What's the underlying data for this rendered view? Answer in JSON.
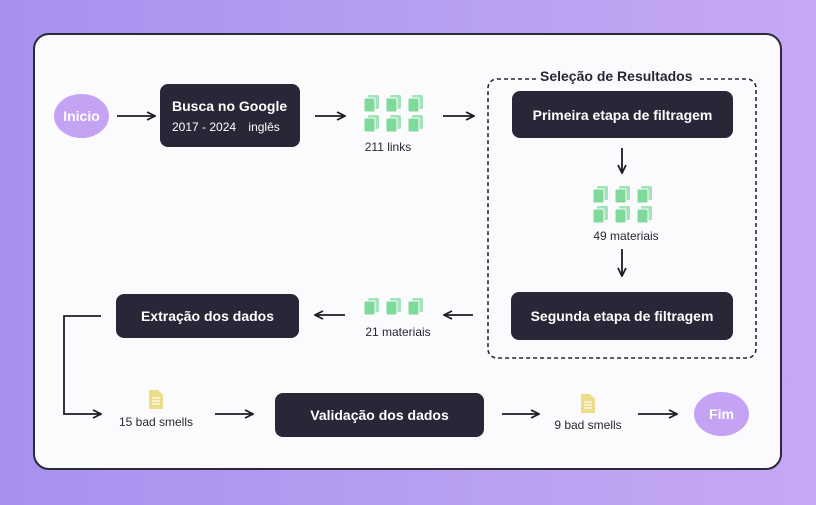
{
  "colors": {
    "box": "#2a2638",
    "pill": "#c4a3f5",
    "doc_green": "#7ed99b",
    "doc_yellow": "#eedd88",
    "stroke": "#1d1b24"
  },
  "nodes": {
    "inicio": "Inicio",
    "busca_title": "Busca no Google",
    "busca_years": "2017 - 2024",
    "busca_lang": "inglês",
    "links": "211 links",
    "selecao_title": "Seleção de Resultados",
    "primeira": "Primeira etapa de filtragem",
    "materiais_49": "49 materiais",
    "segunda": "Segunda etapa de filtragem",
    "materiais_21": "21 materiais",
    "extracao": "Extração dos dados",
    "smells_15": "15 bad smells",
    "validacao": "Validação dos dados",
    "smells_9": "9 bad smells",
    "fim": "Fim"
  },
  "icons": {
    "doc_stack_green": "documents-stack-icon",
    "doc_yellow": "document-icon"
  }
}
